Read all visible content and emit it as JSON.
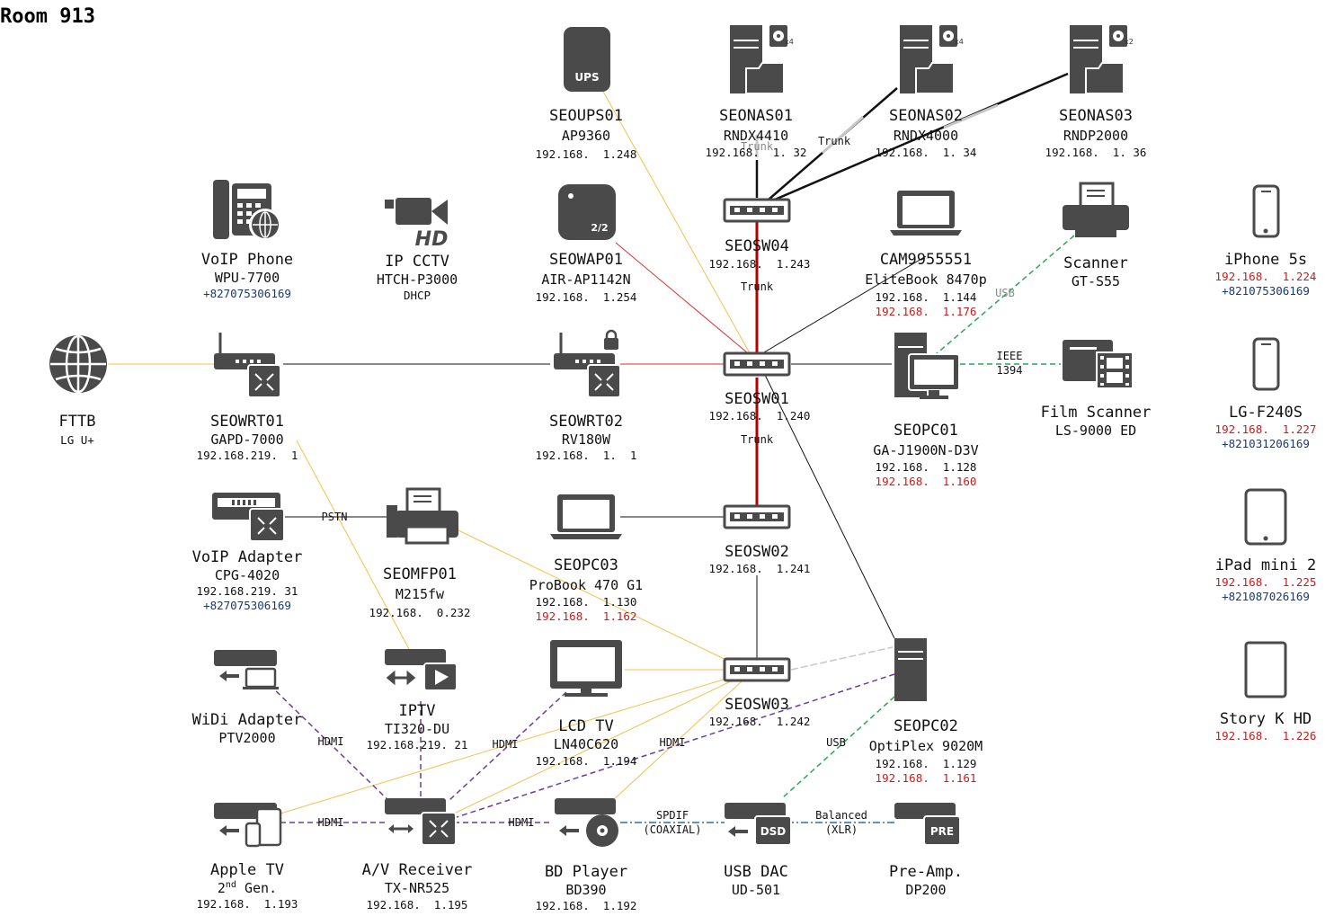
{
  "title": "Room 913",
  "devices": {
    "fttb": {
      "name": "FTTB",
      "model": "LG U+"
    },
    "voip_phone": {
      "name": "VoIP Phone",
      "model": "WPU-7700",
      "phone": "+827075306169"
    },
    "ip_cctv": {
      "name": "IP CCTV",
      "model": "HTCH-P3000",
      "ip": "DHCP"
    },
    "seoups01": {
      "name": "SEOUPS01",
      "model": "AP9360",
      "ip": "192.168.  1.248"
    },
    "seonas01": {
      "name": "SEONAS01",
      "model": "RNDX4410",
      "ip": "192.168.  1. 32"
    },
    "seonas02": {
      "name": "SEONAS02",
      "model": "RNDX4000",
      "ip": "192.168.  1. 34"
    },
    "seonas03": {
      "name": "SEONAS03",
      "model": "RNDP2000",
      "ip": "192.168.  1. 36"
    },
    "seowap01": {
      "name": "SEOWAP01",
      "model": "AIR-AP1142N",
      "ip": "192.168.  1.254"
    },
    "seosw04": {
      "name": "SEOSW04",
      "ip": "192.168.  1.243"
    },
    "cam": {
      "name": "CAM9955551",
      "model": "EliteBook 8470p",
      "ip": "192.168.  1.144",
      "ip2": "192.168.  1.176"
    },
    "scanner": {
      "name": "Scanner",
      "model": "GT-S55"
    },
    "seowrt01": {
      "name": "SEOWRT01",
      "model": "GAPD-7000",
      "ip": "192.168.219.  1"
    },
    "seowrt02": {
      "name": "SEOWRT02",
      "model": "RV180W",
      "ip": "192.168.  1.  1"
    },
    "seosw01": {
      "name": "SEOSW01",
      "ip": "192.168.  1.240"
    },
    "seopc01": {
      "name": "SEOPC01",
      "model": "GA-J1900N-D3V",
      "ip": "192.168.  1.128",
      "ip2": "192.168.  1.160"
    },
    "film": {
      "name": "Film Scanner",
      "model": "LS-9000 ED"
    },
    "voip_adapter": {
      "name": "VoIP Adapter",
      "model": "CPG-4020",
      "ip": "192.168.219. 31",
      "phone": "+827075306169"
    },
    "seomfp01": {
      "name": "SEOMFP01",
      "model": "M215fw",
      "ip": "192.168.  0.232"
    },
    "seopc03": {
      "name": "SEOPC03",
      "model": "ProBook 470 G1",
      "ip": "192.168.  1.130",
      "ip2": "192.168.  1.162"
    },
    "seosw02": {
      "name": "SEOSW02",
      "ip": "192.168.  1.241"
    },
    "widi": {
      "name": "WiDi Adapter",
      "model": "PTV2000"
    },
    "iptv": {
      "name": "IPTV",
      "model": "TI320-DU",
      "ip": "192.168.219. 21"
    },
    "lcd": {
      "name": "LCD TV",
      "model": "LN40C620",
      "ip": "192.168.  1.194"
    },
    "seosw03": {
      "name": "SEOSW03",
      "ip": "192.168.  1.242"
    },
    "seopc02": {
      "name": "SEOPC02",
      "model": "OptiPlex 9020M",
      "ip": "192.168.  1.129",
      "ip2": "192.168.  1.161"
    },
    "appletv": {
      "name": "Apple TV",
      "model_a": "2",
      "model_sup": "nd",
      "model_b": " Gen.",
      "ip": "192.168.  1.193"
    },
    "avr": {
      "name": "A/V Receiver",
      "model": "TX-NR525",
      "ip": "192.168.  1.195"
    },
    "bd": {
      "name": "BD Player",
      "model": "BD390",
      "ip": "192.168.  1.192"
    },
    "dac": {
      "name": "USB DAC",
      "model": "UD-501"
    },
    "preamp": {
      "name": "Pre-Amp.",
      "model": "DP200"
    },
    "iphone": {
      "name": "iPhone 5s",
      "ip": "192.168.  1.224",
      "phone": "+821075306169"
    },
    "lg": {
      "name": "LG-F240S",
      "ip": "192.168.  1.227",
      "phone": "+821031206169"
    },
    "ipad": {
      "name": "iPad mini 2",
      "ip": "192.168.  1.225",
      "phone": "+821087026169"
    },
    "story": {
      "name": "Story K HD",
      "ip": "192.168.  1.226"
    }
  },
  "icon_text": {
    "ups": "UPS",
    "wap": "2/2",
    "hd": "HD",
    "dsd": "DSD",
    "pre": "PRE",
    "nas01_disks": "x4",
    "nas02_disks": "x4",
    "nas03_disks": "x2"
  },
  "link_labels": {
    "trunk_a": "Trunk",
    "trunk_b": "Trunk",
    "trunk_c": "Trunk",
    "trunk_d": "Trunk",
    "usb_scanner": "USB",
    "ieee_a": "IEEE",
    "ieee_b": "1394",
    "pstn": "PSTN",
    "hdmi_widi": "HDMI",
    "hdmi_lcd": "HDMI",
    "hdmi_pc02": "HDMI",
    "hdmi_appletv": "HDMI",
    "hdmi_bd": "HDMI",
    "usb_dac": "USB",
    "spdif_a": "SPDIF",
    "spdif_b": "(COAXIAL)",
    "bal_a": "Balanced",
    "bal_b": "(XLR)"
  },
  "colors": {
    "icon": "#4a4a4a",
    "ip_red": "#c41e1e",
    "phone_blue": "#1c3a6e",
    "power": "#f2c14e",
    "wan_red": "#d93030",
    "trunk": "#b00000",
    "hdmi": "#6a3d9a",
    "usb": "#2ea35a",
    "audio": "#2a6fa8"
  }
}
